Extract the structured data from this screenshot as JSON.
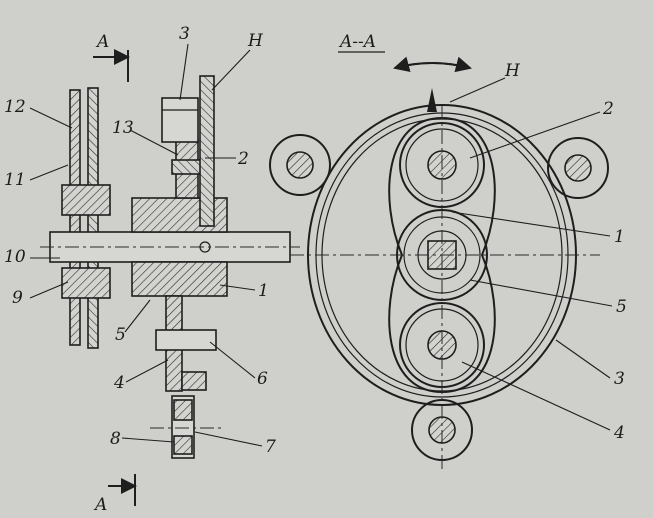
{
  "section_title": "A--A",
  "section_letter_top": "A",
  "section_letter_bottom": "A",
  "left_labels": {
    "n3": "3",
    "nH": "H",
    "n12": "12",
    "n13": "13",
    "n2": "2",
    "n11": "11",
    "n10": "10",
    "n1": "1",
    "n9": "9",
    "n5": "5",
    "n4": "4",
    "n6": "6",
    "n8": "8",
    "n7": "7"
  },
  "right_labels": {
    "nH": "H",
    "n2": "2",
    "n1": "1",
    "n5": "5",
    "n3": "3",
    "n4": "4"
  },
  "colors": {
    "paper": "#cfd0cb",
    "ink": "#1e1e1e"
  }
}
